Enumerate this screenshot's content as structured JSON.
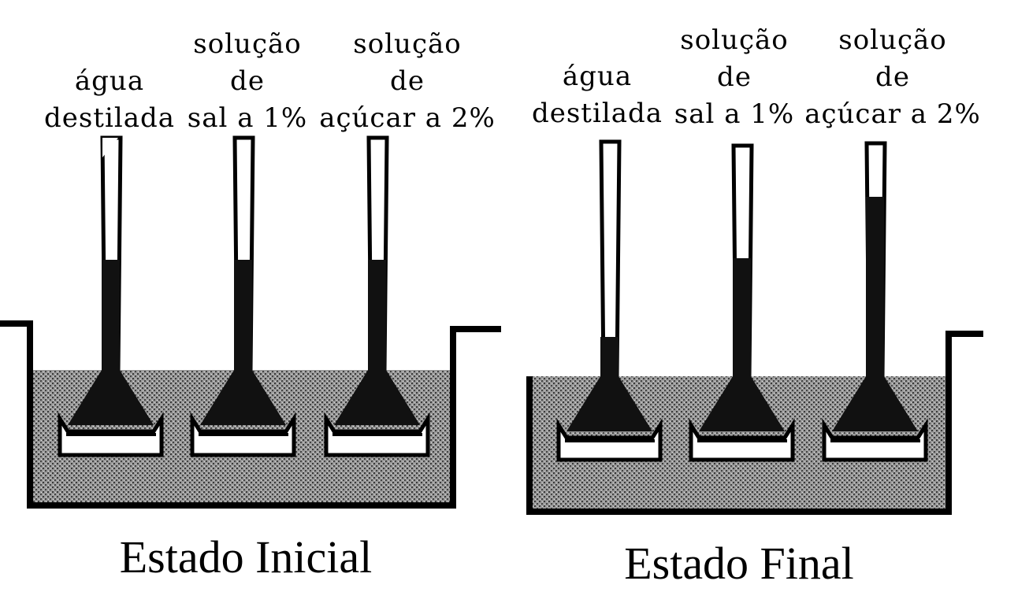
{
  "panels": [
    {
      "caption": "Estado Inicial",
      "tubes": [
        {
          "label_lines": [
            "água",
            "destilada"
          ]
        },
        {
          "label_lines": [
            "solução",
            "de",
            "sal a 1%"
          ]
        },
        {
          "label_lines": [
            "solução",
            "de",
            "açúcar a 2%"
          ]
        }
      ]
    },
    {
      "caption": "Estado Final",
      "tubes": [
        {
          "label_lines": [
            "água",
            "destilada"
          ]
        },
        {
          "label_lines": [
            "solução",
            "de",
            "sal a 1%"
          ]
        },
        {
          "label_lines": [
            "solução",
            "de",
            "açúcar a 2%"
          ]
        }
      ]
    }
  ],
  "colors": {
    "ink": "#000000",
    "liquid": "#1a1a1a",
    "bath": "#8c8c8c",
    "paper": "#ffffff"
  }
}
